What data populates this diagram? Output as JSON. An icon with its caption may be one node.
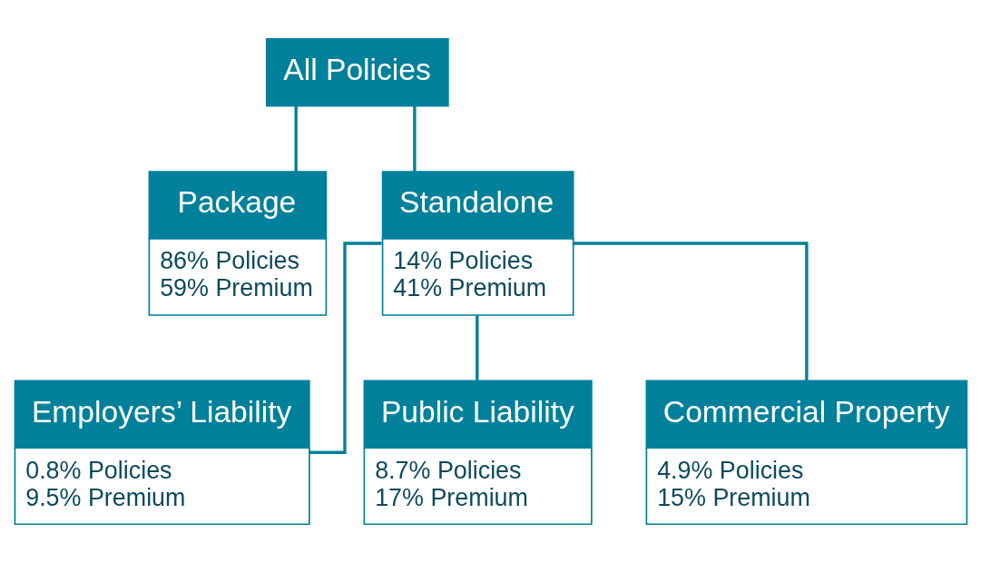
{
  "diagram": {
    "nodes": [
      {
        "text": [
          "All Policies"
        ]
      },
      {
        "text": [
          "Package",
          "86% Policies",
          "59% Premium"
        ]
      },
      {
        "text": [
          "Standalone",
          "14% Policies",
          "41% Premium"
        ]
      },
      {
        "text": [
          "Employers’ Liability",
          "0.8% Policies",
          "9.5% Premium"
        ]
      },
      {
        "text": [
          "Public Liability",
          "8.7% Policies",
          "17% Premium"
        ]
      },
      {
        "text": [
          "Commercial Property",
          "4.9% Policies",
          "15% Premium"
        ]
      }
    ],
    "edges": [
      {
        "from": 0,
        "to": 1,
        "arrow": "none"
      },
      {
        "from": 0,
        "to": 2,
        "arrow": "none"
      },
      {
        "from": 2,
        "to": 3,
        "arrow": "none"
      },
      {
        "from": 2,
        "to": 4,
        "arrow": "none"
      },
      {
        "from": 2,
        "to": 5,
        "arrow": "none"
      }
    ]
  }
}
